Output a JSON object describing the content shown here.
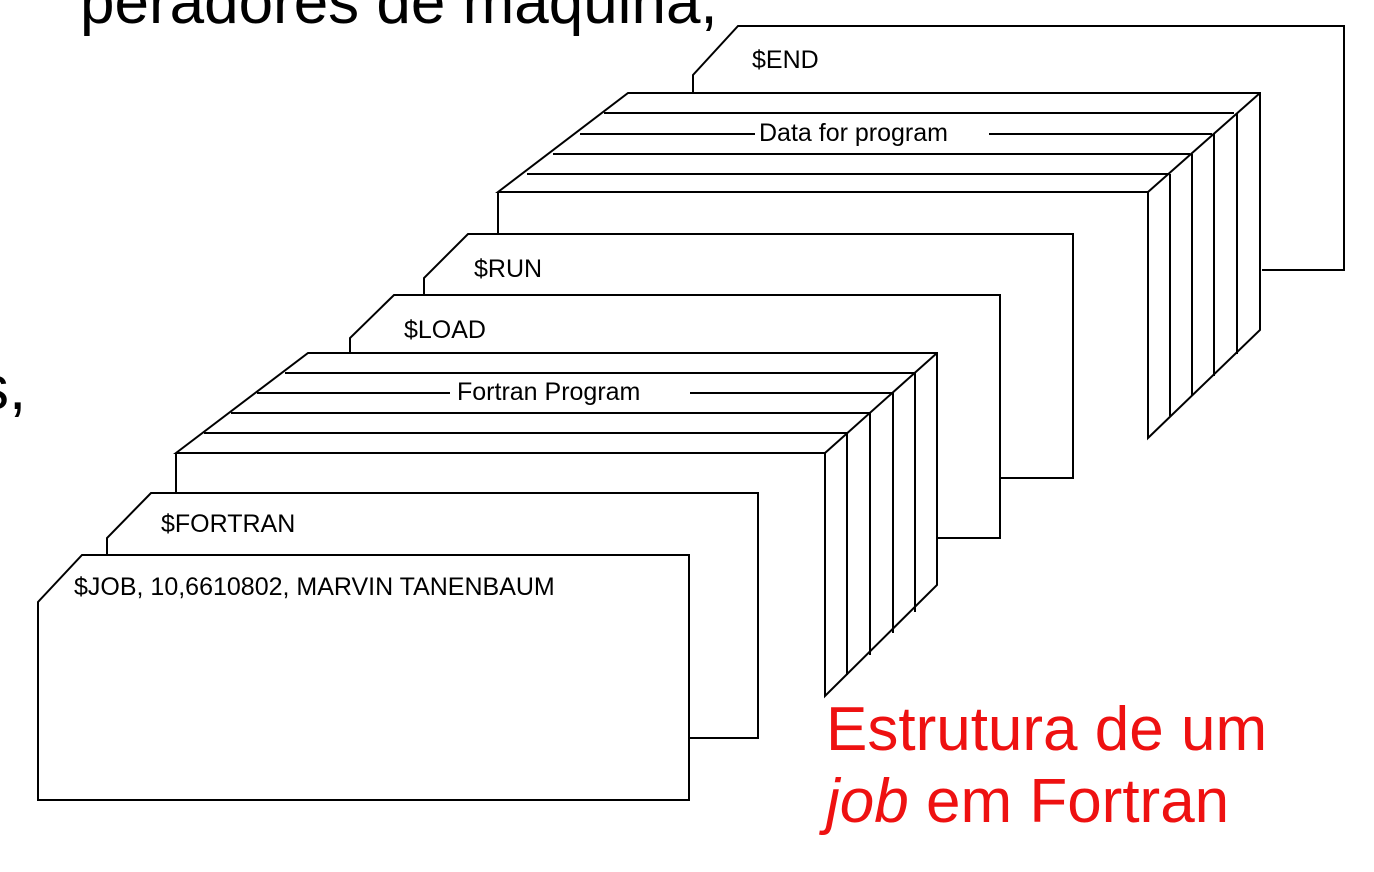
{
  "background_text": {
    "top_line": "peradores de máquina,",
    "left_fragment": "s,"
  },
  "cards": {
    "end": "$END",
    "data": "Data for program",
    "run": "$RUN",
    "load": "$LOAD",
    "fortran_program": "Fortran Program",
    "fortran": "$FORTRAN",
    "job": "$JOB, 10,6610802, MARVIN TANENBAUM"
  },
  "caption": {
    "line1": "Estrutura de um",
    "line2_italic": "job",
    "line2_rest": " em Fortran",
    "color": "#ee1111"
  }
}
